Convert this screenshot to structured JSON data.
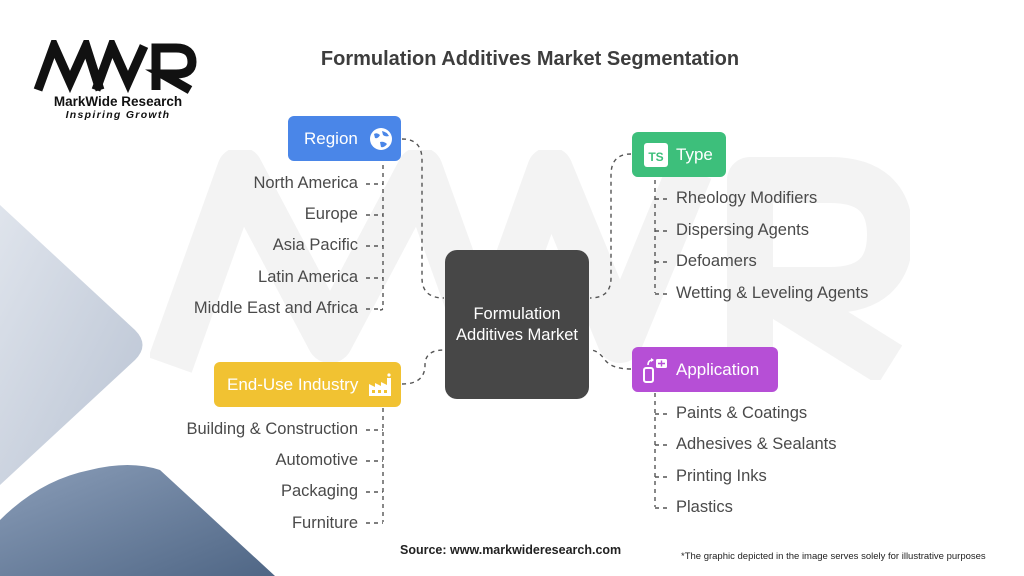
{
  "logo": {
    "mark": "MWR",
    "name": "MarkWide Research",
    "tagline": "Inspiring Growth"
  },
  "title": "Formulation Additives Market Segmentation",
  "center": {
    "label": "Formulation Additives Market"
  },
  "region": {
    "label": "Region",
    "icon": "globe-icon",
    "color": "#4a86e8",
    "items": [
      "North America",
      "Europe",
      "Asia Pacific",
      "Latin America",
      "Middle East and Africa"
    ]
  },
  "end_use": {
    "label": "End-Use Industry",
    "icon": "factory-icon",
    "color": "#f1c232",
    "items": [
      "Building & Construction",
      "Automotive",
      "Packaging",
      "Furniture"
    ]
  },
  "type": {
    "label": "Type",
    "icon": "ts-icon",
    "color": "#3dbf7b",
    "items": [
      "Rheology Modifiers",
      "Dispersing Agents",
      "Defoamers",
      "Wetting & Leveling Agents"
    ]
  },
  "application": {
    "label": "Application",
    "icon": "app-devices-icon",
    "color": "#b64fd6",
    "items": [
      "Paints & Coatings",
      "Adhesives & Sealants",
      "Printing Inks",
      "Plastics"
    ]
  },
  "footer": {
    "source": "Source: www.markwideresearch.com",
    "note": "*The graphic depicted in the image serves solely for illustrative purposes"
  }
}
